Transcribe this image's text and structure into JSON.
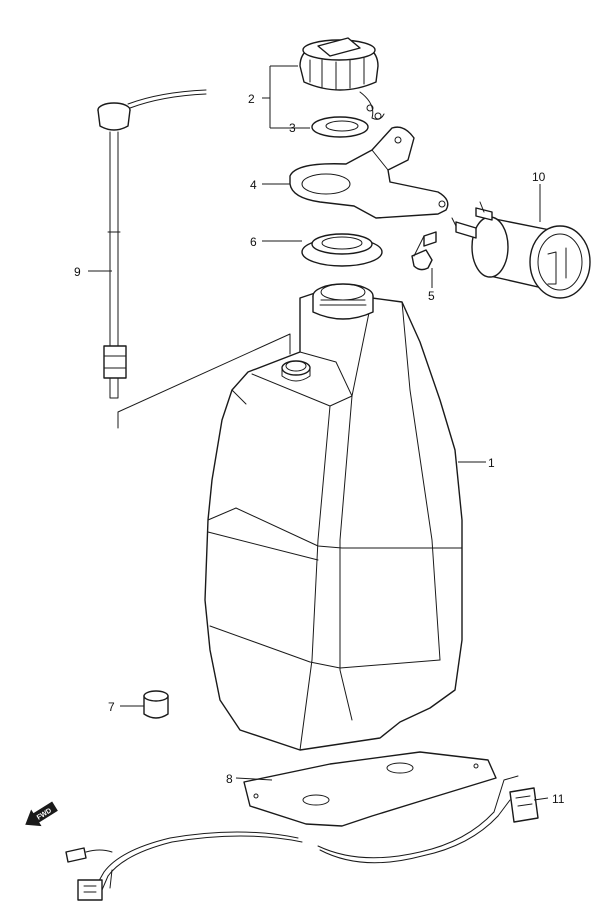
{
  "diagram": {
    "callouts": [
      {
        "id": "c1",
        "label": "1"
      },
      {
        "id": "c2",
        "label": "2"
      },
      {
        "id": "c3",
        "label": "3"
      },
      {
        "id": "c4",
        "label": "4"
      },
      {
        "id": "c5",
        "label": "5"
      },
      {
        "id": "c6",
        "label": "6"
      },
      {
        "id": "c7",
        "label": "7"
      },
      {
        "id": "c8",
        "label": "8"
      },
      {
        "id": "c9",
        "label": "9"
      },
      {
        "id": "c10",
        "label": "10"
      },
      {
        "id": "c11",
        "label": "11"
      }
    ],
    "fwd_label": "FWD",
    "line_color": "#1a1a1a",
    "background": "#ffffff"
  }
}
